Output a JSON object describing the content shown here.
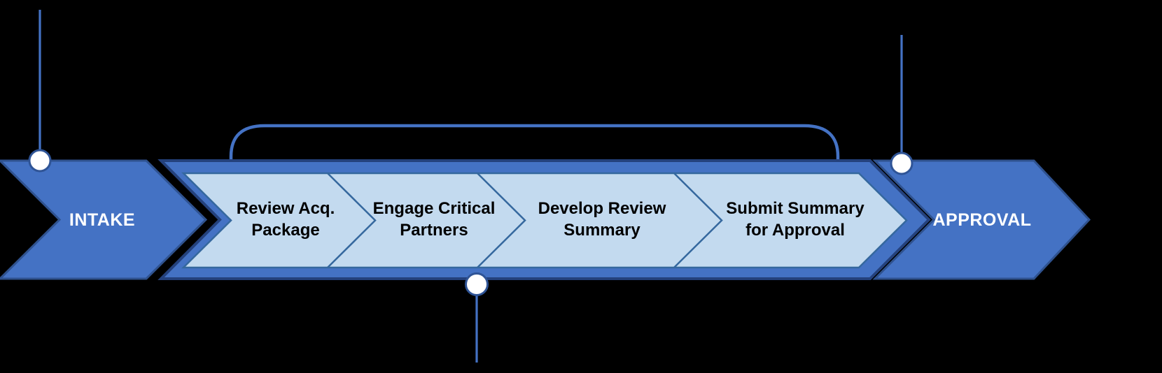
{
  "flow": {
    "intake": {
      "label": "INTAKE"
    },
    "approval": {
      "label": "APPROVAL"
    },
    "steps": [
      {
        "label": "Review Acq. Package",
        "lines": [
          "Review Acq.",
          "Package"
        ]
      },
      {
        "label": "Engage Critical Partners",
        "lines": [
          "Engage Critical",
          "Partners"
        ]
      },
      {
        "label": "Develop Review Summary",
        "lines": [
          "Develop Review",
          "Summary"
        ]
      },
      {
        "label": "Submit Summary for Approval",
        "lines": [
          "Submit Summary",
          "for Approval"
        ]
      }
    ]
  },
  "markers": {
    "intake_top": "circle-marker",
    "approval_top": "circle-marker",
    "process_bottom": "circle-marker"
  },
  "colors": {
    "background": "#000000",
    "arrow_fill": "#4472C4",
    "arrow_border": "#2F528F",
    "container_border": "#24417C",
    "step_fill": "#C3DAEF",
    "step_border": "#35689E",
    "callout_line": "#4472C4",
    "bracket_line": "#4472C4",
    "marker_fill": "#FFFFFF",
    "marker_border": "#2F5496",
    "step_text": "#000000",
    "stage_text": "#FFFFFF"
  }
}
